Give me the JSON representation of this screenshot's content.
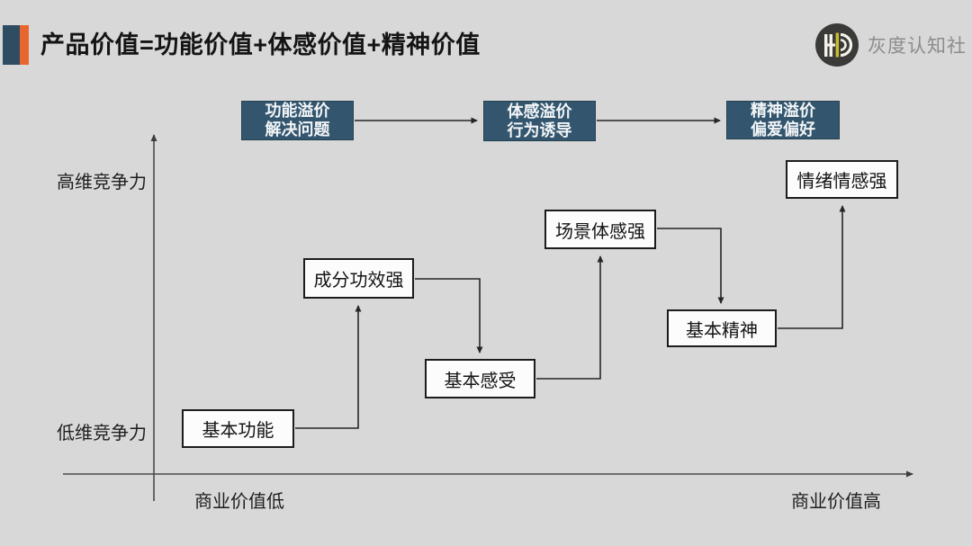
{
  "header": {
    "title": "产品价值=功能价值+体感价值+精神价值",
    "logo_text": "灰度认知社"
  },
  "diagram": {
    "premium_boxes": [
      {
        "line1": "功能溢价",
        "line2": "解决问题"
      },
      {
        "line1": "体感溢价",
        "line2": "行为诱导"
      },
      {
        "line1": "精神溢价",
        "line2": "偏爱偏好"
      }
    ],
    "nodes": [
      "基本功能",
      "成分功效强",
      "基本感受",
      "场景体感强",
      "基本精神",
      "情绪情感强"
    ],
    "axis_labels": {
      "y_top": "高维竞争力",
      "y_bottom": "低维竞争力",
      "x_left": "商业价值低",
      "x_right": "商业价值高"
    }
  },
  "colors": {
    "background": "#d8d8d8",
    "accent_dark_blue": "#2e4d63",
    "accent_orange": "#e8662d",
    "premium_box_fill": "#33566e",
    "node_border": "#1c1c1c",
    "logo_circle": "#3a3a38",
    "logo_yellow": "#c9bd2e",
    "logo_gray_text": "#8c8c8c"
  }
}
